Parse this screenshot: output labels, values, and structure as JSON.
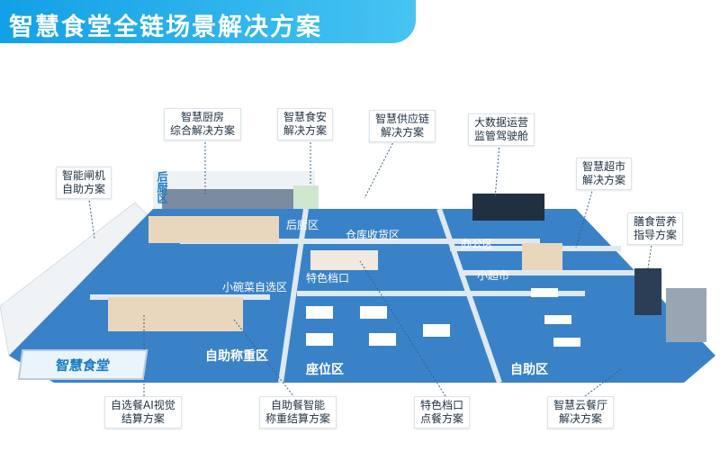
{
  "title": "智慧食堂全链场景解决方案",
  "brand_sign": "智慧食堂",
  "colors": {
    "banner": "#1aa3e8",
    "floor": "#3a82c8",
    "aisle": "#dfe9f2"
  },
  "callouts": [
    {
      "id": "kitchen",
      "text": "智慧厨房\n综合解决方案"
    },
    {
      "id": "food-safety",
      "text": "智慧食安\n解决方案"
    },
    {
      "id": "supply-chain",
      "text": "智慧供应链\n解决方案"
    },
    {
      "id": "cockpit",
      "text": "大数据运营\n监管驾驶舱"
    },
    {
      "id": "supermarket",
      "text": "智慧超市\n解决方案"
    },
    {
      "id": "gate",
      "text": "智能闸机\n自助方案"
    },
    {
      "id": "nutrition",
      "text": "膳食营养\n指导方案"
    },
    {
      "id": "ai-vision",
      "text": "自选餐AI视觉\n结算方案"
    },
    {
      "id": "weighing",
      "text": "自助餐智能\n称重结算方案"
    },
    {
      "id": "stall-order",
      "text": "特色档口\n点餐方案"
    },
    {
      "id": "cloud",
      "text": "智慧云餐厅\n解决方案"
    }
  ],
  "zones": {
    "kitchen_sign": "后厨区",
    "kitchen": "后厨区",
    "warehouse": "仓库收货区",
    "office": "办公区",
    "stall": "特色档口",
    "mini_market": "小超市",
    "small_bowl": "小碗菜自选区",
    "weighing": "自助称重区",
    "seating": "座位区",
    "self_service": "自助区"
  }
}
